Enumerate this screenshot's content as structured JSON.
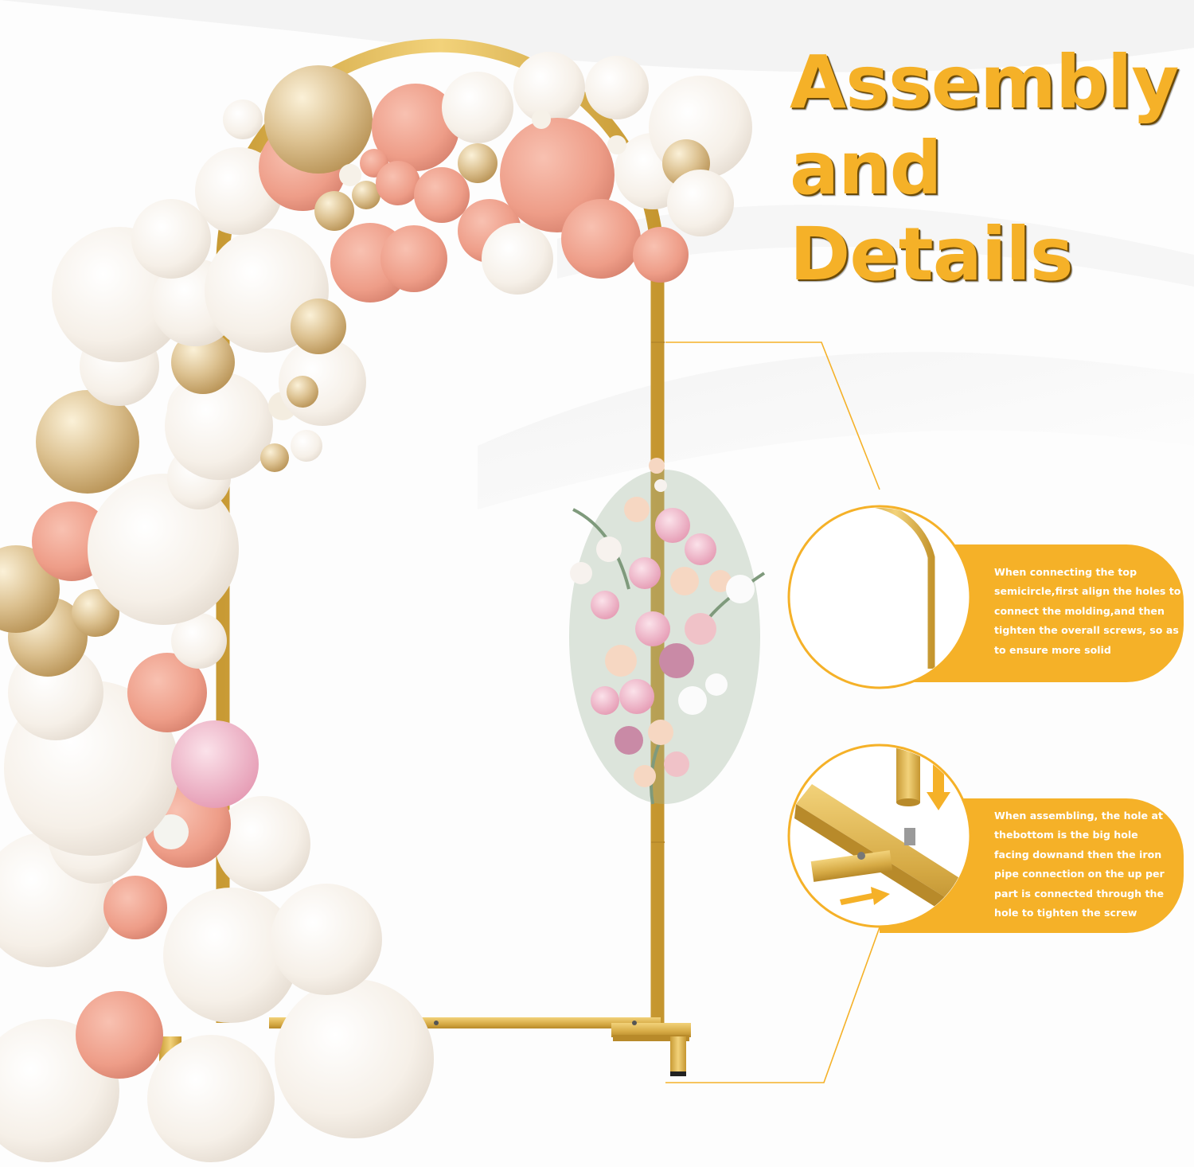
{
  "heading": {
    "line1": "Assembly",
    "line2": "and Details"
  },
  "callouts": [
    {
      "id": "top-semicircle",
      "text": "When connecting the top semicircle,first align the holes to connect the molding,and then tighten the overall screws, so as to ensure more solid"
    },
    {
      "id": "bottom-base",
      "text": "When assembling, the hole at thebottom is the big hole facing downand then the iron pipe connection on the up per part is connected through the hole to tighten the screw"
    }
  ],
  "colors": {
    "accent": "#F5B128",
    "callout_text": "#FFFFFF",
    "frame_gold": "#E2B54C",
    "balloon_white": "#F7F2EA",
    "balloon_peach": "#EFA08C",
    "balloon_gold": "#D9BE86",
    "flower_pink": "#EFB0C4",
    "leaf_green": "#8FA88A"
  }
}
